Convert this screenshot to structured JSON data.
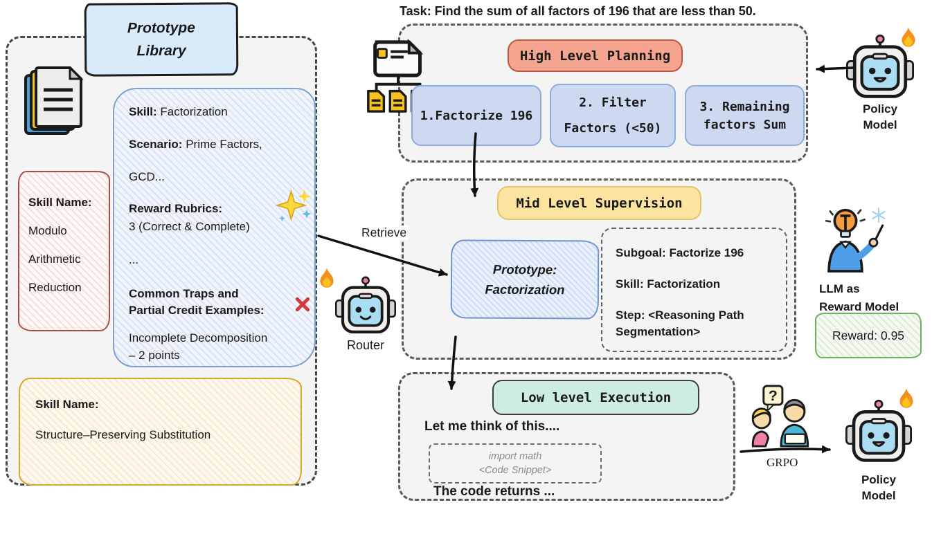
{
  "colors": {
    "panel_bg": "#f4f4f4",
    "panel_border": "#5a5a5a",
    "library_title_bg": "#d9eafb",
    "skill_card_blue_border": "#7e9fd0",
    "skill_card_red_border": "#a94f4a",
    "skill_card_yellow_border": "#d8a62a",
    "hlp_header_bg": "#f5a58f",
    "mlp_header_bg": "#fbe3a0",
    "llp_header_bg": "#cdece4",
    "step_box_bg": "#ccd9f1",
    "prototype_box_border": "#6d93cf",
    "reward_box_border": "#6fae62",
    "arrow_color": "#111111"
  },
  "icons": {
    "fire": "🔥",
    "snowflake": "❄",
    "sparkles": "✨",
    "cross": "✗"
  },
  "library": {
    "title": {
      "line1": "Prototype",
      "line2": "Library"
    },
    "red_card": {
      "label": "Skill Name:",
      "line1": "Modulo",
      "line2": "Arithmetic",
      "line3": "Reduction"
    },
    "blue_card": {
      "skill_label": "Skill:",
      "skill_value": "Factorization",
      "scenario_label": "Scenario:",
      "scenario_value": "Prime Factors,",
      "scenario_value2": "GCD...",
      "rubrics_label": "Reward Rubrics:",
      "rubrics_value": "3 (Correct & Complete)",
      "ellipsis": "...",
      "traps_label1": "Common Traps and",
      "traps_label2": "Partial Credit Examples:",
      "traps_value1": "Incomplete Decomposition",
      "traps_value2": "– 2 points"
    },
    "yellow_card": {
      "label": "Skill Name:",
      "value": "Structure–Preserving Substitution"
    }
  },
  "task": {
    "text": "Task: Find the sum of all factors of 196 that are less than 50."
  },
  "high_level": {
    "header": "High Level Planning",
    "steps": [
      {
        "line1": "1.Factorize 196",
        "line2": ""
      },
      {
        "line1": "2. Filter",
        "line2": "Factors (<50)"
      },
      {
        "line1": "3. Remaining",
        "line2": "factors Sum"
      }
    ]
  },
  "policy_model": {
    "line1": "Policy",
    "line2": "Model"
  },
  "mid_level": {
    "header": "Mid Level Supervision",
    "retrieve_label": "Retrieve",
    "prototype_box": {
      "line1": "Prototype:",
      "line2": "Factorization"
    },
    "detail_box": {
      "subgoal": "Subgoal: Factorize 196",
      "skill": "Skill: Factorization",
      "step_line1": "Step: <Reasoning Path",
      "step_line2": "Segmentation>"
    }
  },
  "router": {
    "label": "Router"
  },
  "reward_model": {
    "label_line1": "LLM as",
    "label_line2": "Reward Model",
    "reward_text": "Reward: 0.95"
  },
  "low_level": {
    "header": "Low level Execution",
    "think_text": "Let me think of this....",
    "code_line1": "import math",
    "code_line2": "<Code Snippet>",
    "returns_text": "The code returns ...",
    "grpo_label": "GRPO"
  }
}
